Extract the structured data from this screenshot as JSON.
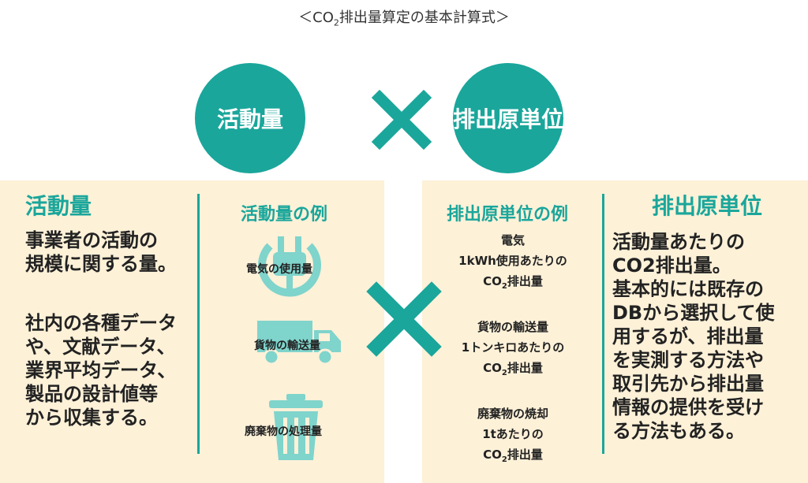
{
  "title": {
    "pre": "＜CO",
    "sub": "2",
    "post": "排出量算定の基本計算式＞"
  },
  "circle_left": "活動量",
  "circle_right": "排出原単位",
  "colors": {
    "teal": "#1aa69b",
    "panel": "#fdf1d8"
  },
  "left_panel": {
    "heading": "活動量",
    "desc1": [
      "事業者の活動の",
      "規模に関する量。"
    ],
    "desc2": [
      "社内の各種データ",
      "や、文献データ、",
      "業界平均データ、",
      "製品の設計値等",
      "から収集する。"
    ],
    "examples_heading": "活動量の例",
    "examples": [
      {
        "icon": "plug-icon",
        "label": "電気の使用量"
      },
      {
        "icon": "truck-icon",
        "label": "貨物の輸送量"
      },
      {
        "icon": "trash-can-icon",
        "label": "廃棄物の処理量"
      }
    ]
  },
  "right_panel": {
    "examples_heading": "排出原単位の例",
    "example_groups": [
      {
        "lines": [
          "電気",
          "1kWh使用あたりの"
        ],
        "co2": {
          "pre": "CO",
          "sub": "2",
          "post": "排出量"
        }
      },
      {
        "lines": [
          "貨物の輸送量",
          "1トンキロあたりの"
        ],
        "co2": {
          "pre": "CO",
          "sub": "2",
          "post": "排出量"
        }
      },
      {
        "lines": [
          "廃棄物の焼却",
          "1tあたりの"
        ],
        "co2": {
          "pre": "CO",
          "sub": "2",
          "post": "排出量"
        }
      }
    ],
    "heading": "排出原単位",
    "desc": [
      "活動量あたりの",
      "CO2排出量。",
      "基本的には既存の",
      "DBから選択して使",
      "用するが、排出量",
      "を実測する方法や",
      "取引先から排出量",
      "情報の提供を受け",
      "る方法もある。"
    ]
  }
}
